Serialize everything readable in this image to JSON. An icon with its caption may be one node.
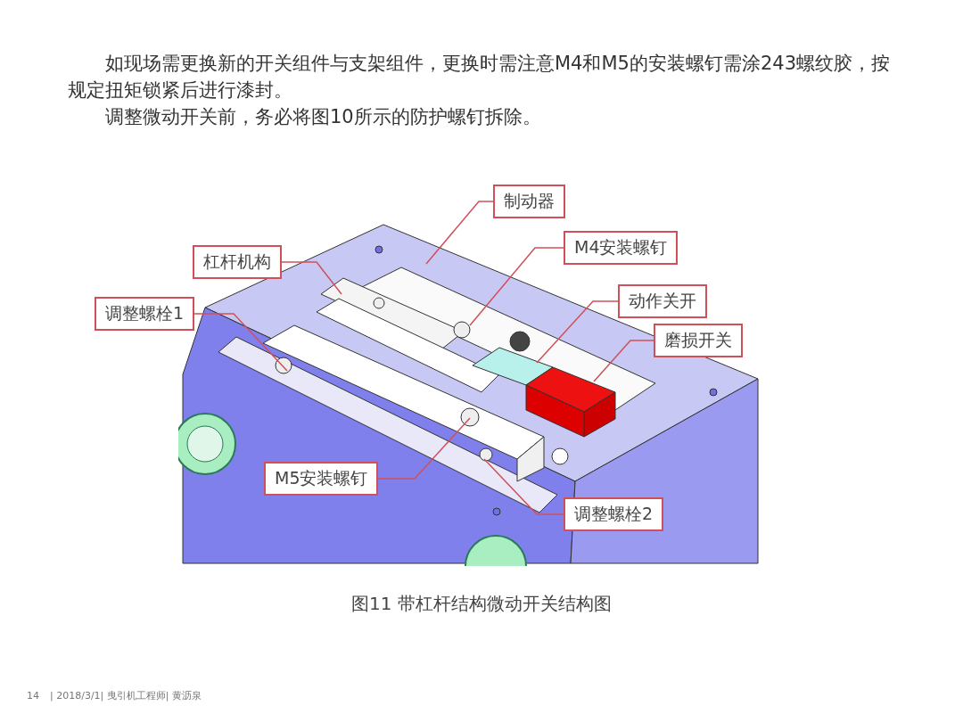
{
  "diagram": {
    "caption": "图11 带杠杆结构微动开关结构图",
    "nodes": [
      {
        "text": [
          "制动器"
        ]
      },
      {
        "text": [
          "M4安装螺钉"
        ]
      },
      {
        "text": [
          "杠杆机构"
        ]
      },
      {
        "text": [
          "动作关开"
        ]
      },
      {
        "text": [
          "调整螺栓1"
        ]
      },
      {
        "text": [
          "磨损开关"
        ]
      },
      {
        "text": [
          "M5安装螺钉"
        ]
      },
      {
        "text": [
          "调整螺栓2"
        ]
      }
    ],
    "edges": [
      {
        "from": 0,
        "to": null,
        "arrow": "none"
      },
      {
        "from": 1,
        "to": null,
        "arrow": "none"
      },
      {
        "from": 2,
        "to": null,
        "arrow": "none"
      },
      {
        "from": 3,
        "to": null,
        "arrow": "none"
      },
      {
        "from": 4,
        "to": null,
        "arrow": "none"
      },
      {
        "from": 5,
        "to": null,
        "arrow": "none"
      },
      {
        "from": 6,
        "to": null,
        "arrow": "none"
      },
      {
        "from": 7,
        "to": null,
        "arrow": "none"
      }
    ],
    "labels": [
      "如现场需更换新的开关组件与支架组件，更换时需注意M4和M5的安装螺钉需涂243螺纹胶，按规定扭矩锁紧后进行漆封。",
      "调整微动开关前，务必将图10所示的防护螺钉拆除。",
      "14",
      "| 2018/3/1| 曳引机工程师| 黄沥泉"
    ]
  }
}
